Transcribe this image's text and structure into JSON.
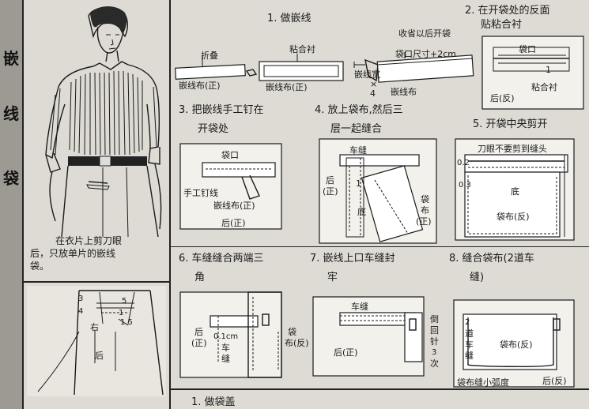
{
  "sidebar": {
    "chars": [
      "嵌",
      "线",
      "袋"
    ]
  },
  "left": {
    "caption": [
      "在衣片上剪刀眼",
      "后，只放单片的嵌线",
      "袋。"
    ],
    "bottom_labels": {
      "n3": "3",
      "n4": "4",
      "n5": "5",
      "n1": "1",
      "n15": "1.5",
      "you": "右",
      "hou": "后"
    }
  },
  "steps": {
    "s1": {
      "title": "1. 做嵌线",
      "zhedie": "折叠",
      "nianhechen": "粘合衬",
      "qxbz1": "嵌线布(正)",
      "qxbz2": "嵌线布(正)",
      "shousheng": "收省以后开袋",
      "kdcc": "袋口尺寸+2cm",
      "qxk": "嵌线宽",
      "times": "×",
      "four": "4",
      "qxb": "嵌线布"
    },
    "s2": {
      "title": [
        "2. 在开袋处的反面",
        "贴粘合衬"
      ],
      "daikou": "袋口",
      "one": "1",
      "hou": "后(反)",
      "nhc": "粘合衬"
    },
    "s3": {
      "title": [
        "3. 把嵌线手工钉在",
        "开袋处"
      ],
      "daikou": "袋口",
      "shou": "手工钉线",
      "qxb": "嵌线布(正)",
      "hou": "后(正)"
    },
    "s4": {
      "title": [
        "4. 放上袋布,然后三",
        "层一起缝合"
      ],
      "chefeng": "车缝",
      "hou": [
        "后",
        "(正)"
      ],
      "di": "底",
      "daibu": [
        "袋",
        "布",
        "(正)"
      ],
      "one": "1"
    },
    "s5": {
      "title": "5. 开袋中央剪开",
      "dj": "刀眼不要剪到缝头",
      "n02": "0.2",
      "n03": "0.3",
      "di": "底",
      "daibu": "袋布(反)"
    },
    "s6": {
      "title": [
        "6. 车缝缝合两端三",
        "角"
      ],
      "hou": [
        "后",
        "(正)"
      ],
      "cm": "0.1cm",
      "chefeng": [
        "车",
        "缝"
      ],
      "daibu": [
        "袋",
        "布(反)"
      ]
    },
    "s7": {
      "title": [
        "7. 嵌线上口车缝封",
        "牢"
      ],
      "chefeng": "车缝",
      "hz": [
        "倒",
        "回",
        "针",
        "3",
        "次"
      ],
      "hou": "后(正)"
    },
    "s8": {
      "title": [
        "8. 缝合袋布(2道车",
        "缝)"
      ],
      "two": [
        "2",
        "道",
        "车",
        "缝"
      ],
      "daibu": "袋布(反)",
      "hou": "后(反)",
      "hu": "袋布缝小弧度"
    },
    "next": "1. 做袋盖"
  }
}
